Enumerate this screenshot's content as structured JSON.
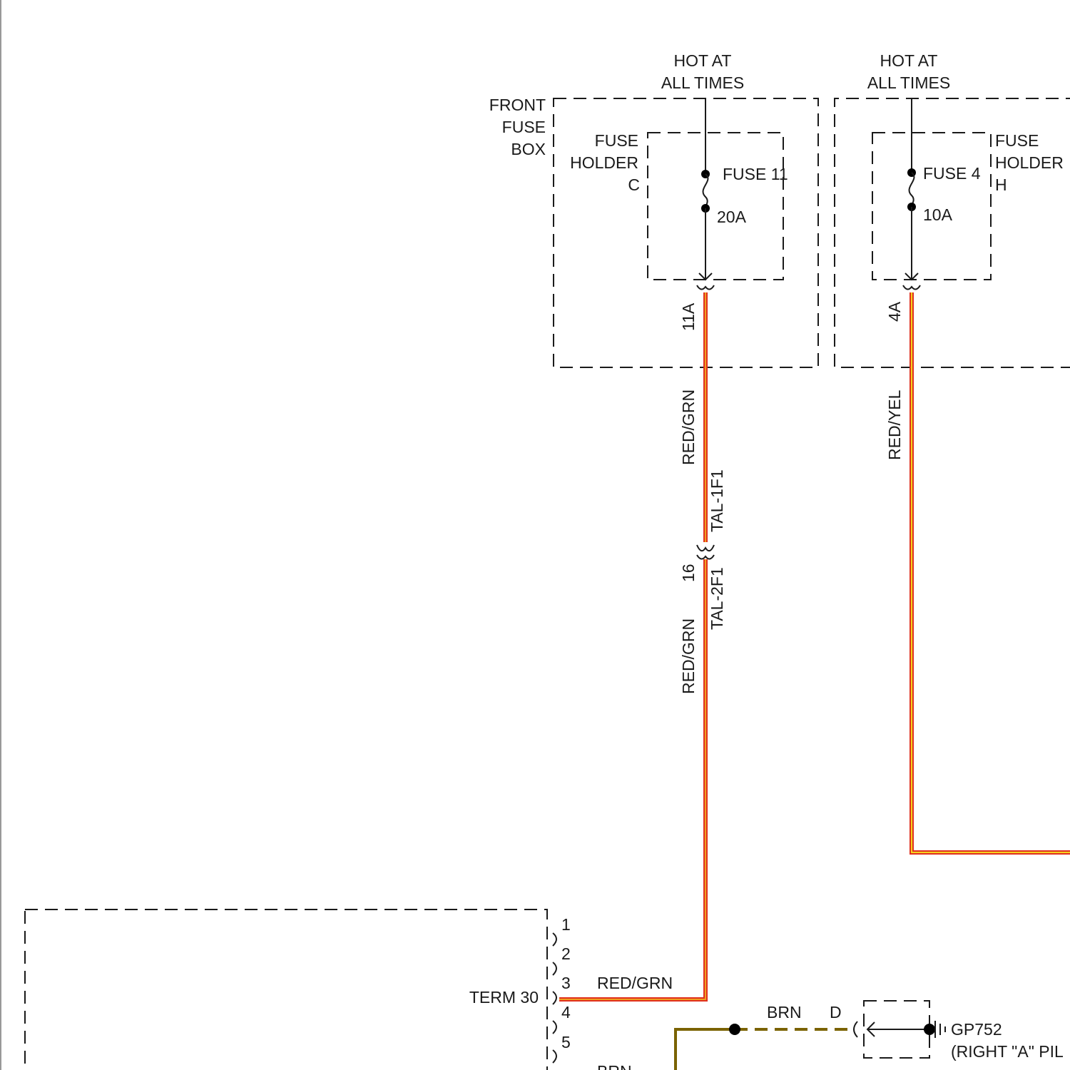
{
  "left_source": {
    "hot_line1": "HOT AT",
    "hot_line2": "ALL TIMES",
    "box_line1": "FRONT",
    "box_line2": "FUSE",
    "box_line3": "BOX",
    "holder_line1": "FUSE",
    "holder_line2": "HOLDER",
    "holder_line3": "C",
    "fuse_name": "FUSE 11",
    "fuse_rating": "20A",
    "pin": "11A"
  },
  "right_source": {
    "hot_line1": "HOT AT",
    "hot_line2": "ALL TIMES",
    "holder_line1": "FUSE",
    "holder_line2": "HOLDER",
    "holder_line3": "H",
    "fuse_name": "FUSE 4",
    "fuse_rating": "10A",
    "pin": "4A"
  },
  "wires": {
    "red_grn_top": "RED/GRN",
    "connector_top": "TAL-1F1",
    "connector_pin": "16",
    "connector_bottom": "TAL-2F1",
    "red_grn_bottom": "RED/GRN",
    "red_yel": "RED/YEL",
    "red_grn_horizontal": "RED/GRN",
    "brn_horizontal": "BRN",
    "brn_lower": "BRN"
  },
  "module": {
    "term_label": "TERM 30",
    "pins": [
      "1",
      "2",
      "3",
      "4",
      "5"
    ]
  },
  "ground": {
    "pin": "D",
    "name": "GP752",
    "location": "(RIGHT \"A\" PIL"
  },
  "colors": {
    "red_wire": "#e0301e",
    "red_grn_stripe": "#f0a020",
    "red_yel_stripe": "#f5d21f",
    "brn_wire": "#7a6200"
  }
}
